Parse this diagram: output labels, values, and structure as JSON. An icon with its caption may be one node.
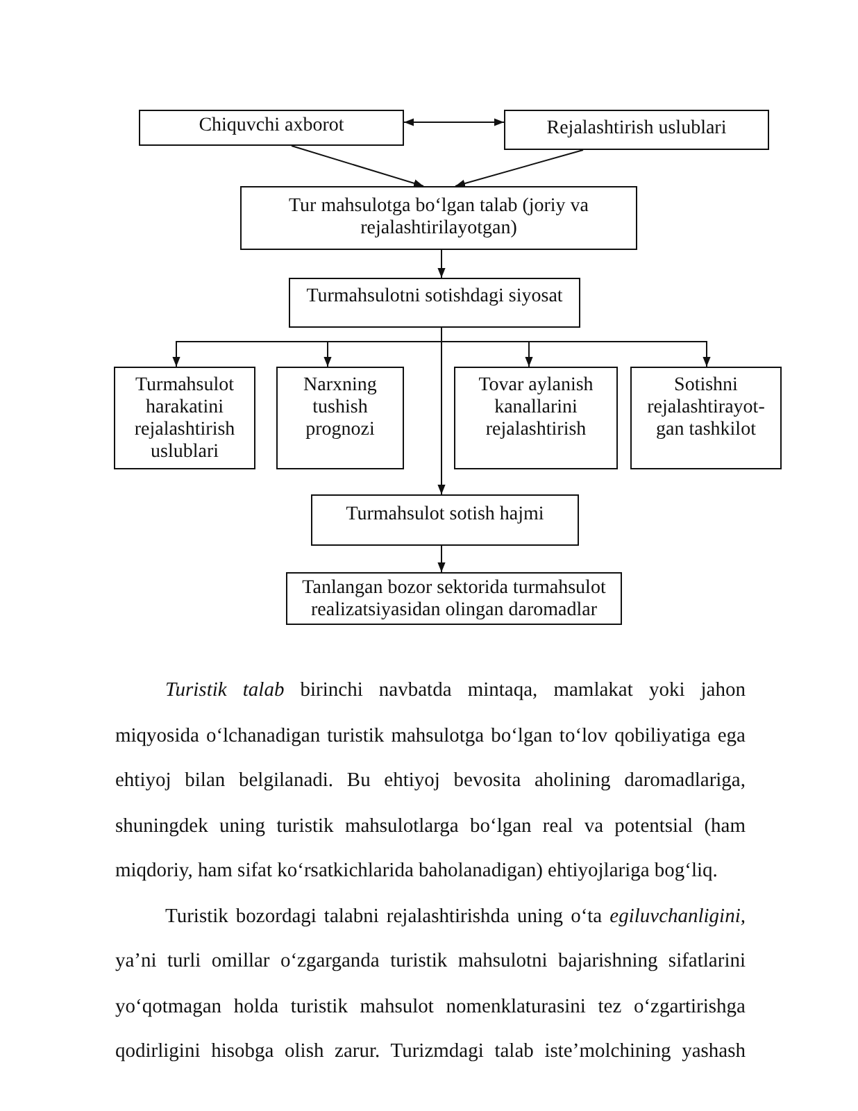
{
  "diagram": {
    "nodes": [
      {
        "text": [
          "Chiquvchi axborot"
        ]
      },
      {
        "text": [
          "Rejalashtirish uslublari"
        ]
      },
      {
        "text": [
          "Tur mahsulotga bo‘lgan talab (joriy va rejalashtirilayotgan)"
        ]
      },
      {
        "text": [
          "Turmahsulotni sotishdagi siyosat"
        ]
      },
      {
        "text": [
          "Turmahsulot harakatini rejalashtirish uslublari"
        ]
      },
      {
        "text": [
          "Narxning tushish prognozi"
        ]
      },
      {
        "text": [
          "Tovar aylanish kanallarini rejalashtirish"
        ]
      },
      {
        "text": [
          "Sotishni rejalashtirayot-gan tashkilot"
        ]
      },
      {
        "text": [
          "Turmahsulot sotish hajmi"
        ]
      },
      {
        "text": [
          "Tanlangan bozor sektorida turmahsulot realizatsiyasidan olingan daromadlar"
        ]
      }
    ],
    "edges": [
      {
        "from": 0,
        "to": 1,
        "arrow": "both"
      },
      {
        "from": 0,
        "to": 2,
        "arrow": "to"
      },
      {
        "from": 1,
        "to": 2,
        "arrow": "to"
      },
      {
        "from": 2,
        "to": 3,
        "arrow": "to"
      },
      {
        "from": 3,
        "to": 4,
        "arrow": "to"
      },
      {
        "from": 3,
        "to": 5,
        "arrow": "to"
      },
      {
        "from": 3,
        "to": 6,
        "arrow": "to"
      },
      {
        "from": 3,
        "to": 7,
        "arrow": "to"
      },
      {
        "from": 3,
        "to": 8,
        "arrow": "to"
      },
      {
        "from": 8,
        "to": 9,
        "arrow": "to"
      }
    ],
    "labels": [
      "*Turistik talab* birinchi navbatda mintaqa, mamlakat yoki jahon miqyosida o‘lchanadigan turistik mahsulotga bo‘lgan to‘lov qobiliyatiga ega ehtiyoj bilan belgilanadi. Bu ehtiyoj bevosita aholining daromadlariga, shuningdek uning turistik mahsulotlarga bo‘lgan real va potentsial (ham miqdoriy, ham sifat ko‘rsatkichlarida baholanadigan) ehtiyojlariga bog‘liq.",
      "Turistik bozordagi talabni rejalashtirishda uning o‘ta *egiluvchanligini,* ya’ni turli omillar o‘zgarganda turistik mahsulotni bajarishning sifatlarini yo‘qotmagan holda turistik mahsulot nomenklaturasini tez o‘zgartirishga qodirligini hisobga olish zarur. Turizmdagi talab iste’molchining yashash"
    ]
  }
}
